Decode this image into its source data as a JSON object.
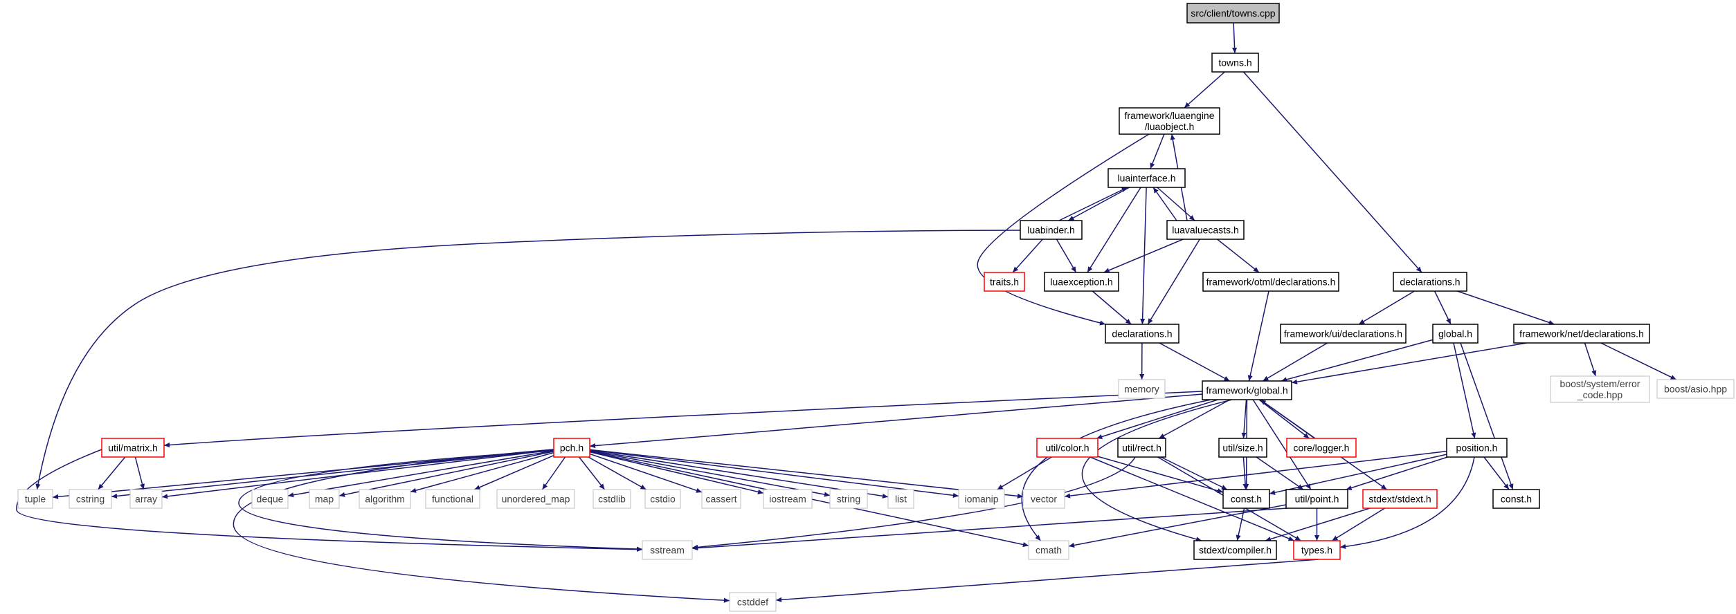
{
  "graph": {
    "nodes": [
      {
        "id": "towns_cpp",
        "lines": [
          "src/client/towns.cpp"
        ],
        "style": "root"
      },
      {
        "id": "towns_h",
        "lines": [
          "towns.h"
        ],
        "style": "normal"
      },
      {
        "id": "luaobject_h",
        "lines": [
          "framework/luaengine",
          "/luaobject.h"
        ],
        "style": "normal"
      },
      {
        "id": "luainterface_h",
        "lines": [
          "luainterface.h"
        ],
        "style": "normal"
      },
      {
        "id": "luabinder_h",
        "lines": [
          "luabinder.h"
        ],
        "style": "normal"
      },
      {
        "id": "luavaluecasts_h",
        "lines": [
          "luavaluecasts.h"
        ],
        "style": "normal"
      },
      {
        "id": "traits_h",
        "lines": [
          "traits.h"
        ],
        "style": "truncated"
      },
      {
        "id": "luaexception_h",
        "lines": [
          "luaexception.h"
        ],
        "style": "normal"
      },
      {
        "id": "otml_decl_h",
        "lines": [
          "framework/otml/declarations.h"
        ],
        "style": "normal"
      },
      {
        "id": "declarations_h_top",
        "lines": [
          "declarations.h"
        ],
        "style": "normal"
      },
      {
        "id": "declarations_h_lua",
        "lines": [
          "declarations.h"
        ],
        "style": "normal"
      },
      {
        "id": "ui_decl_h",
        "lines": [
          "framework/ui/declarations.h"
        ],
        "style": "normal"
      },
      {
        "id": "global_h",
        "lines": [
          "global.h"
        ],
        "style": "normal"
      },
      {
        "id": "net_decl_h",
        "lines": [
          "framework/net/declarations.h"
        ],
        "style": "normal"
      },
      {
        "id": "memory",
        "lines": [
          "memory"
        ],
        "style": "system"
      },
      {
        "id": "fw_global_h",
        "lines": [
          "framework/global.h"
        ],
        "style": "normal"
      },
      {
        "id": "boost_error_code",
        "lines": [
          "boost/system/error",
          "_code.hpp"
        ],
        "style": "system"
      },
      {
        "id": "boost_asio",
        "lines": [
          "boost/asio.hpp"
        ],
        "style": "system"
      },
      {
        "id": "matrix_h",
        "lines": [
          "util/matrix.h"
        ],
        "style": "truncated"
      },
      {
        "id": "pch_h",
        "lines": [
          "pch.h"
        ],
        "style": "truncated"
      },
      {
        "id": "color_h",
        "lines": [
          "util/color.h"
        ],
        "style": "truncated"
      },
      {
        "id": "rect_h",
        "lines": [
          "util/rect.h"
        ],
        "style": "normal"
      },
      {
        "id": "size_h",
        "lines": [
          "util/size.h"
        ],
        "style": "normal"
      },
      {
        "id": "logger_h",
        "lines": [
          "core/logger.h"
        ],
        "style": "truncated"
      },
      {
        "id": "position_h",
        "lines": [
          "position.h"
        ],
        "style": "normal"
      },
      {
        "id": "tuple",
        "lines": [
          "tuple"
        ],
        "style": "system"
      },
      {
        "id": "cstring",
        "lines": [
          "cstring"
        ],
        "style": "system"
      },
      {
        "id": "array",
        "lines": [
          "array"
        ],
        "style": "system"
      },
      {
        "id": "deque",
        "lines": [
          "deque"
        ],
        "style": "system"
      },
      {
        "id": "map",
        "lines": [
          "map"
        ],
        "style": "system"
      },
      {
        "id": "algorithm",
        "lines": [
          "algorithm"
        ],
        "style": "system"
      },
      {
        "id": "functional",
        "lines": [
          "functional"
        ],
        "style": "system"
      },
      {
        "id": "unordered_map",
        "lines": [
          "unordered_map"
        ],
        "style": "system"
      },
      {
        "id": "cstdlib",
        "lines": [
          "cstdlib"
        ],
        "style": "system"
      },
      {
        "id": "cstdio",
        "lines": [
          "cstdio"
        ],
        "style": "system"
      },
      {
        "id": "cassert",
        "lines": [
          "cassert"
        ],
        "style": "system"
      },
      {
        "id": "iostream",
        "lines": [
          "iostream"
        ],
        "style": "system"
      },
      {
        "id": "string",
        "lines": [
          "string"
        ],
        "style": "system"
      },
      {
        "id": "list",
        "lines": [
          "list"
        ],
        "style": "system"
      },
      {
        "id": "iomanip",
        "lines": [
          "iomanip"
        ],
        "style": "system"
      },
      {
        "id": "vector",
        "lines": [
          "vector"
        ],
        "style": "system"
      },
      {
        "id": "const_h_a",
        "lines": [
          "const.h"
        ],
        "style": "normal"
      },
      {
        "id": "point_h",
        "lines": [
          "util/point.h"
        ],
        "style": "normal"
      },
      {
        "id": "stdext_h",
        "lines": [
          "stdext/stdext.h"
        ],
        "style": "truncated"
      },
      {
        "id": "const_h_b",
        "lines": [
          "const.h"
        ],
        "style": "normal"
      },
      {
        "id": "sstream",
        "lines": [
          "sstream"
        ],
        "style": "system"
      },
      {
        "id": "cmath",
        "lines": [
          "cmath"
        ],
        "style": "system"
      },
      {
        "id": "compiler_h",
        "lines": [
          "stdext/compiler.h"
        ],
        "style": "normal"
      },
      {
        "id": "types_h",
        "lines": [
          "types.h"
        ],
        "style": "truncated"
      },
      {
        "id": "cstddef",
        "lines": [
          "cstddef"
        ],
        "style": "system"
      }
    ],
    "edges": [
      [
        "towns_cpp",
        "towns_h"
      ],
      [
        "towns_h",
        "luaobject_h"
      ],
      [
        "towns_h",
        "declarations_h_top"
      ],
      [
        "luaobject_h",
        "luainterface_h"
      ],
      [
        "luaobject_h",
        "declarations_h_lua"
      ],
      [
        "luainterface_h",
        "luabinder_h"
      ],
      [
        "luainterface_h",
        "luavaluecasts_h"
      ],
      [
        "luainterface_h",
        "luaexception_h"
      ],
      [
        "luainterface_h",
        "declarations_h_lua"
      ],
      [
        "luabinder_h",
        "luainterface_h"
      ],
      [
        "luabinder_h",
        "traits_h"
      ],
      [
        "luabinder_h",
        "luaexception_h"
      ],
      [
        "luabinder_h",
        "tuple"
      ],
      [
        "luavaluecasts_h",
        "luainterface_h"
      ],
      [
        "luavaluecasts_h",
        "luaobject_h"
      ],
      [
        "luavaluecasts_h",
        "luaexception_h"
      ],
      [
        "luavaluecasts_h",
        "otml_decl_h"
      ],
      [
        "luavaluecasts_h",
        "declarations_h_lua"
      ],
      [
        "luaexception_h",
        "declarations_h_lua"
      ],
      [
        "otml_decl_h",
        "fw_global_h"
      ],
      [
        "declarations_h_lua",
        "memory"
      ],
      [
        "declarations_h_lua",
        "fw_global_h"
      ],
      [
        "declarations_h_top",
        "ui_decl_h"
      ],
      [
        "declarations_h_top",
        "global_h"
      ],
      [
        "declarations_h_top",
        "net_decl_h"
      ],
      [
        "ui_decl_h",
        "fw_global_h"
      ],
      [
        "global_h",
        "fw_global_h"
      ],
      [
        "global_h",
        "position_h"
      ],
      [
        "global_h",
        "const_h_b"
      ],
      [
        "net_decl_h",
        "fw_global_h"
      ],
      [
        "net_decl_h",
        "boost_error_code"
      ],
      [
        "net_decl_h",
        "boost_asio"
      ],
      [
        "fw_global_h",
        "matrix_h"
      ],
      [
        "fw_global_h",
        "pch_h"
      ],
      [
        "fw_global_h",
        "color_h"
      ],
      [
        "fw_global_h",
        "rect_h"
      ],
      [
        "fw_global_h",
        "size_h"
      ],
      [
        "fw_global_h",
        "logger_h"
      ],
      [
        "fw_global_h",
        "const_h_a"
      ],
      [
        "fw_global_h",
        "point_h"
      ],
      [
        "fw_global_h",
        "stdext_h"
      ],
      [
        "fw_global_h",
        "cmath"
      ],
      [
        "fw_global_h",
        "compiler_h"
      ],
      [
        "logger_h",
        "fw_global_h"
      ],
      [
        "matrix_h",
        "cstring"
      ],
      [
        "matrix_h",
        "array"
      ],
      [
        "matrix_h",
        "sstream"
      ],
      [
        "pch_h",
        "tuple"
      ],
      [
        "pch_h",
        "cstring"
      ],
      [
        "pch_h",
        "array"
      ],
      [
        "pch_h",
        "deque"
      ],
      [
        "pch_h",
        "map"
      ],
      [
        "pch_h",
        "algorithm"
      ],
      [
        "pch_h",
        "functional"
      ],
      [
        "pch_h",
        "unordered_map"
      ],
      [
        "pch_h",
        "cstdlib"
      ],
      [
        "pch_h",
        "cstdio"
      ],
      [
        "pch_h",
        "cassert"
      ],
      [
        "pch_h",
        "iostream"
      ],
      [
        "pch_h",
        "string"
      ],
      [
        "pch_h",
        "list"
      ],
      [
        "pch_h",
        "iomanip"
      ],
      [
        "pch_h",
        "vector"
      ],
      [
        "pch_h",
        "sstream"
      ],
      [
        "pch_h",
        "cmath"
      ],
      [
        "pch_h",
        "cstddef"
      ],
      [
        "color_h",
        "iomanip"
      ],
      [
        "color_h",
        "const_h_a"
      ],
      [
        "color_h",
        "types_h"
      ],
      [
        "rect_h",
        "const_h_a"
      ],
      [
        "rect_h",
        "types_h"
      ],
      [
        "rect_h",
        "sstream"
      ],
      [
        "size_h",
        "const_h_a"
      ],
      [
        "size_h",
        "point_h"
      ],
      [
        "position_h",
        "vector"
      ],
      [
        "position_h",
        "const_h_a"
      ],
      [
        "position_h",
        "point_h"
      ],
      [
        "position_h",
        "const_h_b"
      ],
      [
        "position_h",
        "types_h"
      ],
      [
        "point_h",
        "types_h"
      ],
      [
        "point_h",
        "sstream"
      ],
      [
        "point_h",
        "cmath"
      ],
      [
        "stdext_h",
        "compiler_h"
      ],
      [
        "stdext_h",
        "types_h"
      ],
      [
        "const_h_a",
        "compiler_h"
      ],
      [
        "types_h",
        "cstddef"
      ]
    ]
  },
  "colors": {
    "edge": "#191970",
    "node_border": "#000000",
    "system_border": "#bfbfbf",
    "truncated_border": "#ff0000",
    "root_fill": "#bfbfbf",
    "text": "#000000"
  }
}
